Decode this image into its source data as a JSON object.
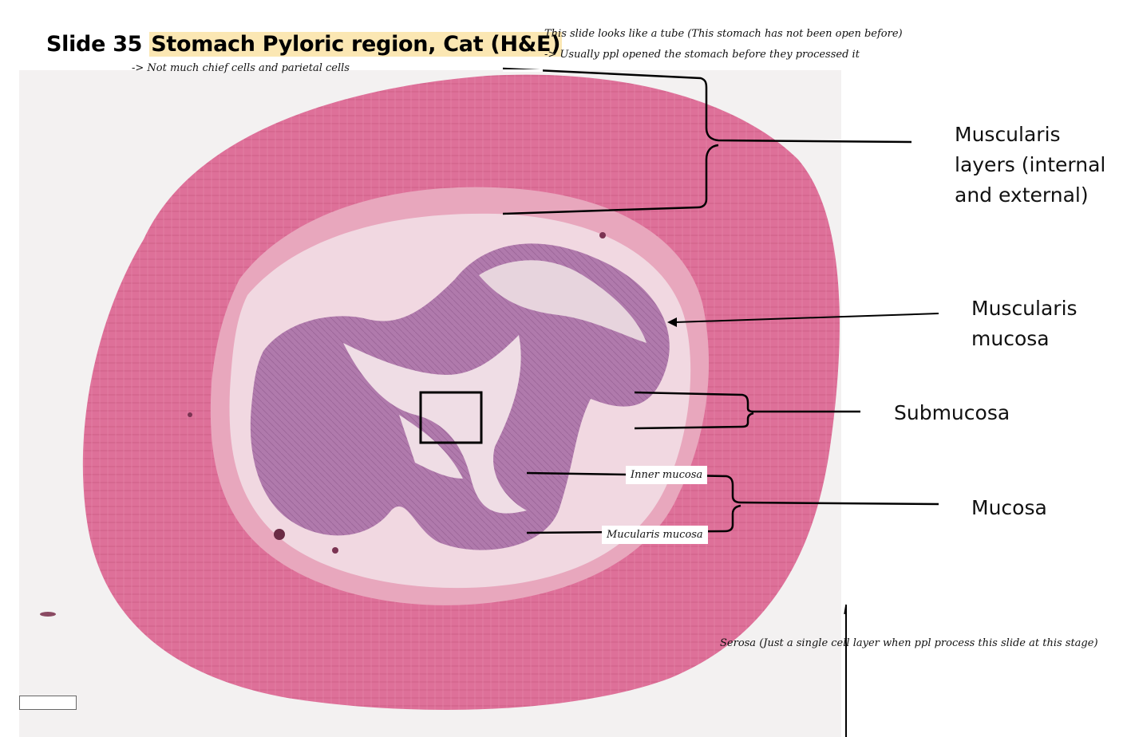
{
  "header": {
    "slide_prefix": "Slide 35",
    "slide_title": "Stomach Pyloric region, Cat (H&E)"
  },
  "notes": {
    "note_chief": "-> Not much chief cells and parietal cells",
    "note_tube": "This slide looks like a tube (This stomach has not been open before)",
    "note_usual": "-> Usually ppl opened the stomach before they processed it",
    "note_serosa": "Serosa (Just a single cell layer when ppl process this slide at this stage)"
  },
  "labels": {
    "muscularis_layers": "Muscularis layers (internal and external)",
    "muscularis_mucosa": "Muscularis mucosa",
    "submucosa": "Submucosa",
    "mucosa": "Mucosa",
    "inner_mucosa": "Inner mucosa",
    "mucularis_mucosa": "Mucularis mucosa"
  },
  "colors": {
    "tissue_muscle": "#dd6f96",
    "tissue_submucosa": "#f1d6df",
    "tissue_mucosa": "#b47fb0",
    "highlight": "#fbe7b3"
  }
}
